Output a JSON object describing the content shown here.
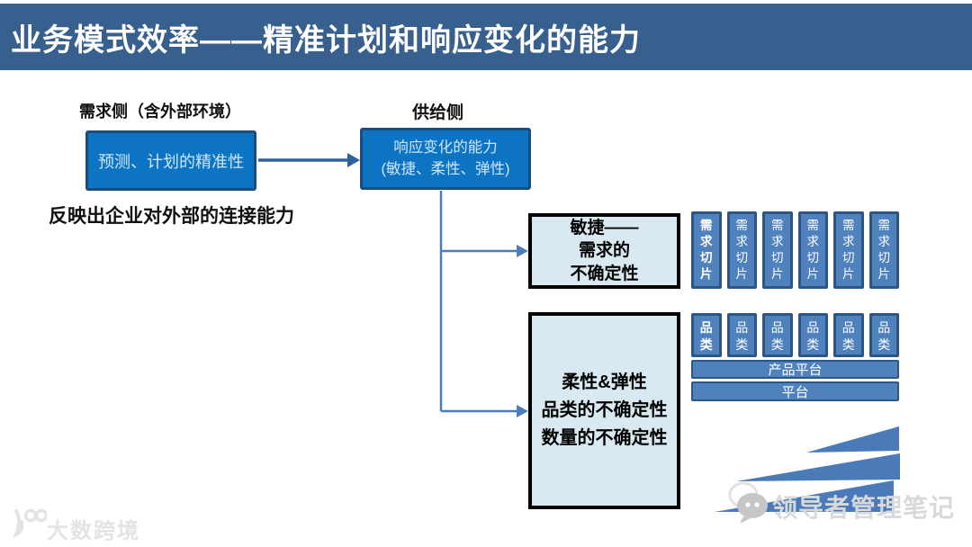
{
  "slide": {
    "title": "业务模式效率——精准计划和响应变化的能力"
  },
  "demand_side": {
    "label": "需求侧（含外部环境）",
    "box_label": "预测、计划的精准性",
    "note": "反映出企业对外部的连接能力"
  },
  "supply_side": {
    "label": "供给侧",
    "box_line1": "响应变化的能力",
    "box_line2": "(敏捷、柔性、弹性)"
  },
  "agility_box": {
    "line1": "敏捷——",
    "line2": "需求的",
    "line3": "不确定性"
  },
  "flexibility_box": {
    "line1": "柔性&弹性",
    "line2": "品类的不确定性",
    "line3": "数量的不确定性"
  },
  "stack": {
    "slice_label": "需求切片",
    "slice_count": 6,
    "category_label": "品类",
    "category_count": 6,
    "product_platform": "产品平台",
    "platform": "平台"
  },
  "watermarks": {
    "bottom_left": "大数跨境",
    "bottom_right": "领导者管理笔记"
  },
  "colors": {
    "title_bg": "#38608F",
    "bright_box_fill": "#0D74C4",
    "bright_box_border": "#1A4C7C",
    "bright_box_text": "#CDE6F7",
    "light_box_fill": "#D9E9F1",
    "small_box_fill": "#4F81BD",
    "small_box_border": "#2C5784",
    "connector_blue": "#4A7EBB",
    "arrow_blue": "#2E5F9E",
    "triangle_blue": "#4A7AB8",
    "watermark_gray": "#D9D9D9"
  }
}
